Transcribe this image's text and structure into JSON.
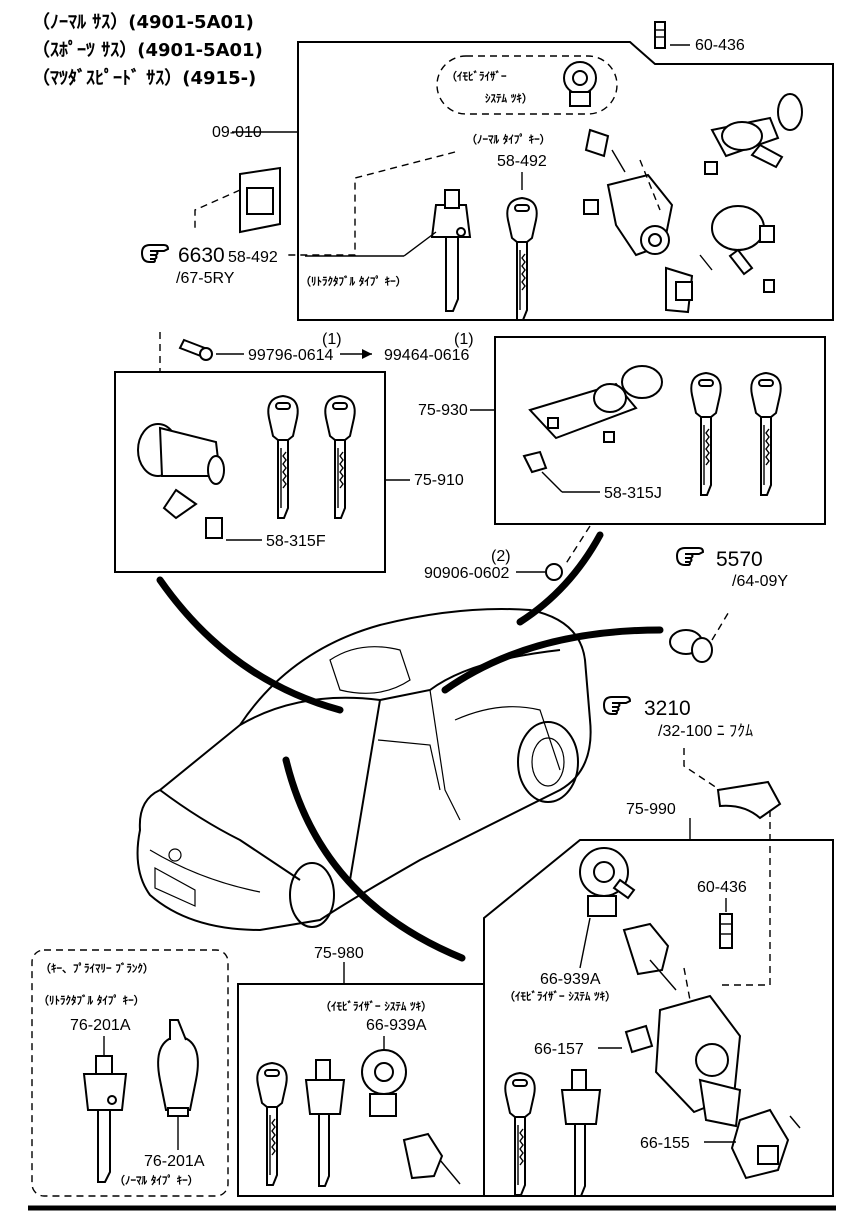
{
  "header": {
    "line1": "（ﾉｰﾏﾙ ｻｽ）(4901-5A01)",
    "line2": "（ｽﾎﾟｰﾂ ｻｽ）(4901-5A01)",
    "line3": "（ﾏﾂﾀﾞｽﾋﾟｰﾄﾞ ｻｽ）(4915-)"
  },
  "labels": {
    "p60436_top": "60-436",
    "immobilizer_note_1": "（ｲﾓﾋﾞﾗｲｻﾞｰ",
    "immobilizer_note_2": "ｼｽﾃﾑ ﾂｷ）",
    "p09010": "09-010",
    "normal_key_note": "（ﾉｰﾏﾙ ﾀｲﾌﾟ ｷｰ）",
    "p58492_top": "58-492",
    "p58492_bottom": "58-492",
    "retractable_note_1": "（ﾘﾄﾗｸﾀﾌﾞﾙ ﾀｲﾌﾟ ｷｰ）",
    "ref6630": "6630",
    "ref6630_sub": "/67-5RY",
    "qty1a": "(1)",
    "qty1b": "(1)",
    "p99796": "99796-0614",
    "p99464": "99464-0616",
    "p75930": "75-930",
    "p75910": "75-910",
    "p58315j": "58-315J",
    "p58315f": "58-315F",
    "qty2": "(2)",
    "p90906": "90906-0602",
    "ref5570": "5570",
    "ref5570_sub": "/64-09Y",
    "ref3210": "3210",
    "ref3210_sub": "/32-100 ﾆ ﾌｸﾑ",
    "p75990": "75-990",
    "p60436_low": "60-436",
    "p66939a_right": "66-939A",
    "immobilizer_note_right": "（ｲﾓﾋﾞﾗｲｻﾞｰ ｼｽﾃﾑ ﾂｷ）",
    "p66157": "66-157",
    "p66155": "66-155",
    "p75980": "75-980",
    "immobilizer_note_mid": "（ｲﾓﾋﾞﾗｲｻﾞｰ ｼｽﾃﾑ ﾂｷ）",
    "p66939a_mid": "66-939A",
    "blank_key_title": "（ｷｰ、ﾌﾟﾗｲﾏﾘｰ ﾌﾞﾗﾝｸ）",
    "retractable_note_2": "（ﾘﾄﾗｸﾀﾌﾞﾙ ﾀｲﾌﾟ ｷｰ）",
    "p76201a_top": "76-201A",
    "p76201a_bottom": "76-201A",
    "normal_key_note_2": "（ﾉｰﾏﾙ ﾀｲﾌﾟ ｷｰ）"
  },
  "icons": {
    "pointing_hand": "pointing-hand-icon"
  }
}
